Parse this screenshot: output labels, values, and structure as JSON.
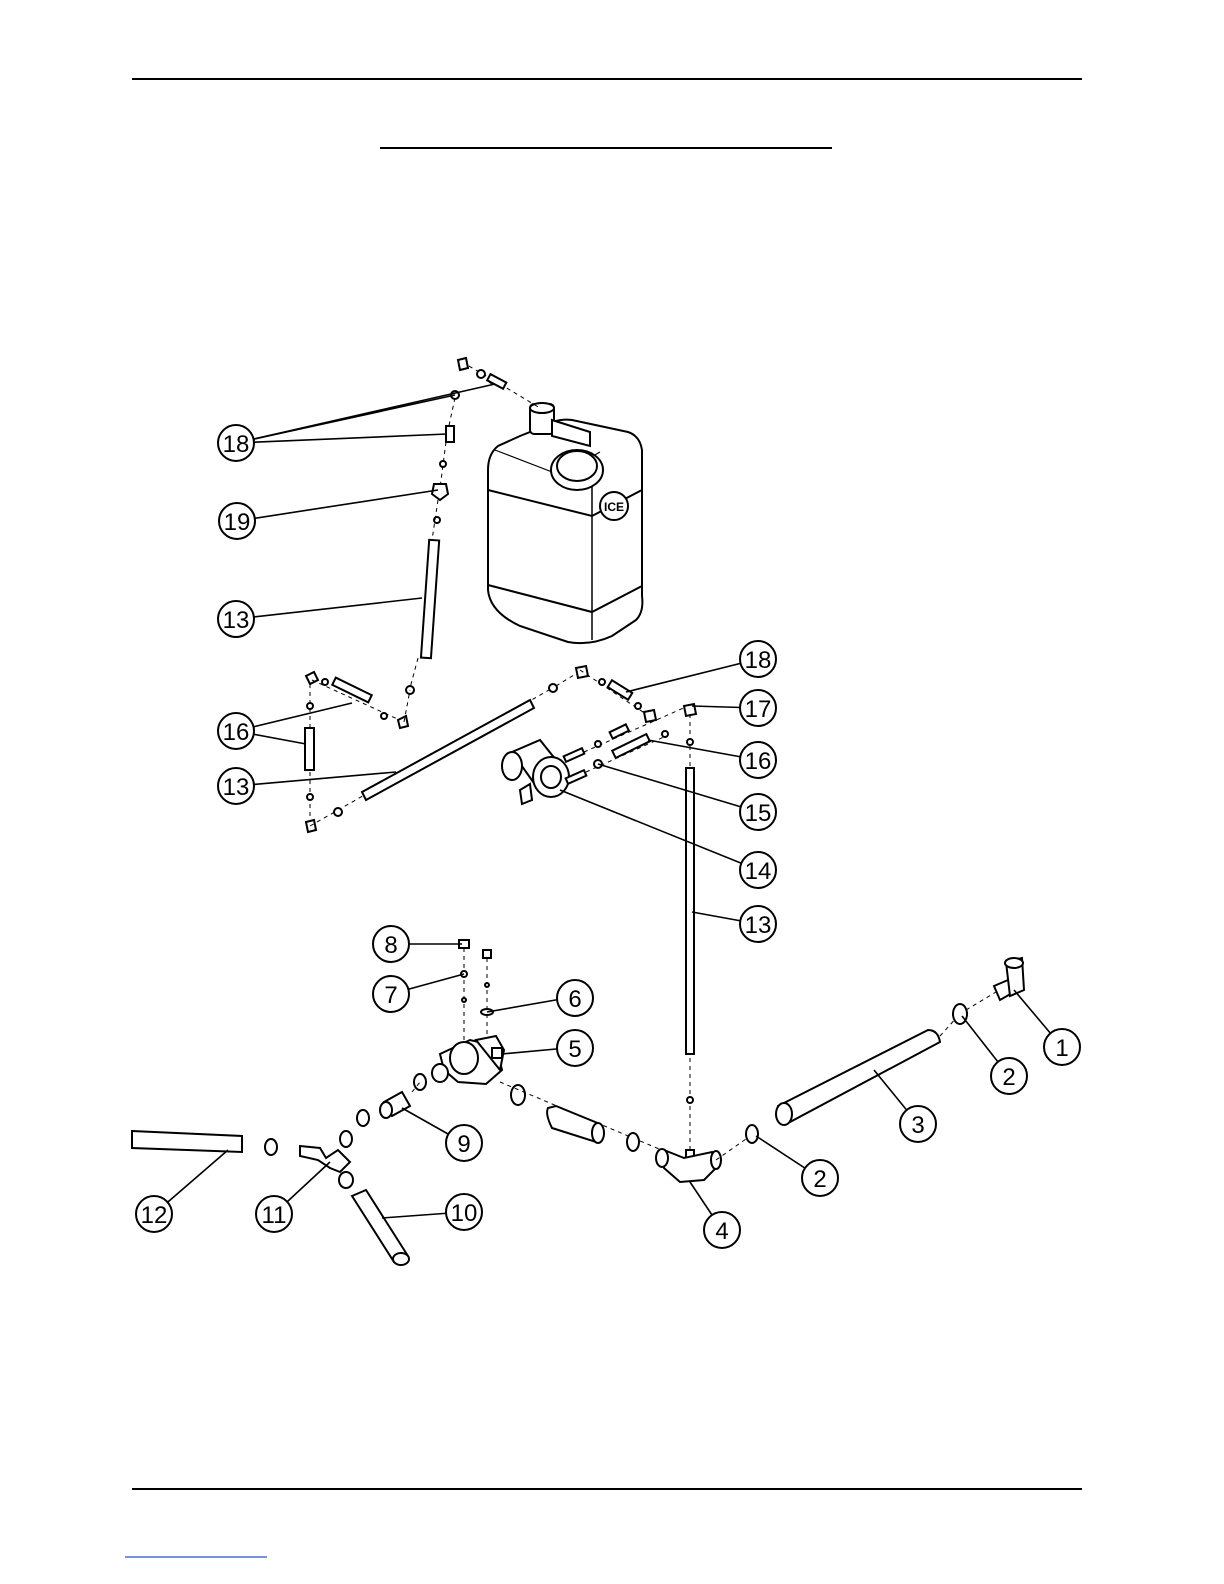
{
  "brand": {
    "tank_logo_text": "ICE"
  },
  "balloons": [
    {
      "id": "b1",
      "label": "1"
    },
    {
      "id": "b2a",
      "label": "2"
    },
    {
      "id": "b2b",
      "label": "2"
    },
    {
      "id": "b3",
      "label": "3"
    },
    {
      "id": "b4",
      "label": "4"
    },
    {
      "id": "b5",
      "label": "5"
    },
    {
      "id": "b6",
      "label": "6"
    },
    {
      "id": "b7",
      "label": "7"
    },
    {
      "id": "b8",
      "label": "8"
    },
    {
      "id": "b9",
      "label": "9"
    },
    {
      "id": "b10",
      "label": "10"
    },
    {
      "id": "b11",
      "label": "11"
    },
    {
      "id": "b12",
      "label": "12"
    },
    {
      "id": "b13a",
      "label": "13"
    },
    {
      "id": "b13b",
      "label": "13"
    },
    {
      "id": "b13c",
      "label": "13"
    },
    {
      "id": "b14",
      "label": "14"
    },
    {
      "id": "b15",
      "label": "15"
    },
    {
      "id": "b16a",
      "label": "16"
    },
    {
      "id": "b16b",
      "label": "16"
    },
    {
      "id": "b17",
      "label": "17"
    },
    {
      "id": "b18a",
      "label": "18"
    },
    {
      "id": "b18b",
      "label": "18"
    },
    {
      "id": "b19",
      "label": "19"
    }
  ]
}
